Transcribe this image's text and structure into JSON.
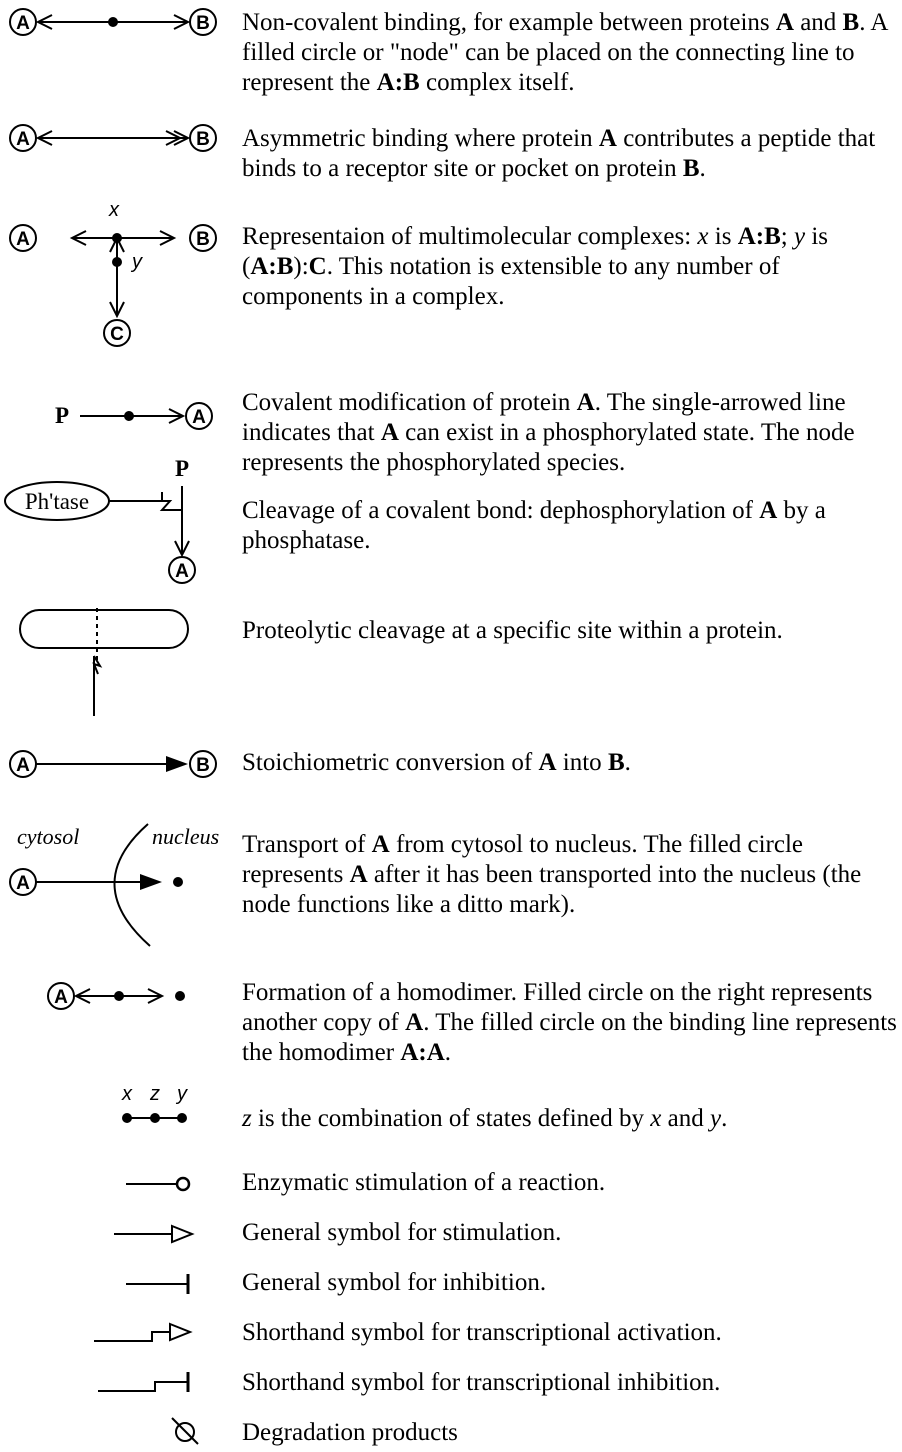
{
  "labels": {
    "A": "A",
    "B": "B",
    "C": "C",
    "P": "P",
    "x": "x",
    "y": "y",
    "z": "z",
    "phtase": "Ph'tase",
    "cytosol": "cytosol",
    "nucleus": "nucleus"
  },
  "entries": [
    {
      "id": "noncovalent",
      "parts": [
        {
          "t": "Non-covalent binding, for example between proteins "
        },
        {
          "t": "A",
          "b": true
        },
        {
          "t": " and "
        },
        {
          "t": "B",
          "b": true
        },
        {
          "t": ".  A filled circle or \"node\" can be placed on the connecting line to represent the "
        },
        {
          "t": "A:B",
          "b": true
        },
        {
          "t": " complex itself."
        }
      ]
    },
    {
      "id": "asymmetric",
      "parts": [
        {
          "t": "Asymmetric binding where protein "
        },
        {
          "t": "A",
          "b": true
        },
        {
          "t": " contributes a peptide that binds to a receptor site or pocket on protein "
        },
        {
          "t": "B",
          "b": true
        },
        {
          "t": "."
        }
      ]
    },
    {
      "id": "multimolecular",
      "parts": [
        {
          "t": "Representaion of multimolecular complexes: "
        },
        {
          "t": "x",
          "i": true
        },
        {
          "t": "  is "
        },
        {
          "t": "A:B",
          "b": true
        },
        {
          "t": ";  "
        },
        {
          "t": "y",
          "i": true
        },
        {
          "t": " is ("
        },
        {
          "t": "A:B",
          "b": true
        },
        {
          "t": "):"
        },
        {
          "t": "C",
          "b": true
        },
        {
          "t": ".  This notation is extensible to any number of components in a complex."
        }
      ]
    },
    {
      "id": "covalent",
      "parts": [
        {
          "t": "Covalent modification of protein "
        },
        {
          "t": "A",
          "b": true
        },
        {
          "t": ".  The single-arrowed line indicates that "
        },
        {
          "t": "A",
          "b": true
        },
        {
          "t": " can exist in a phosphorylated state. The node represents the phosphorylated species."
        }
      ]
    },
    {
      "id": "cleavage-covalent",
      "parts": [
        {
          "t": "Cleavage of a covalent bond: dephosphorylation of "
        },
        {
          "t": "A",
          "b": true
        },
        {
          "t": " by a phosphatase."
        }
      ]
    },
    {
      "id": "proteolytic",
      "parts": [
        {
          "t": "Proteolytic cleavage at a specific site within a protein."
        }
      ]
    },
    {
      "id": "stoichiometric",
      "parts": [
        {
          "t": "Stoichiometric conversion of "
        },
        {
          "t": "A",
          "b": true
        },
        {
          "t": " into "
        },
        {
          "t": "B",
          "b": true
        },
        {
          "t": "."
        }
      ]
    },
    {
      "id": "transport",
      "parts": [
        {
          "t": "Transport of "
        },
        {
          "t": "A",
          "b": true
        },
        {
          "t": " from cytosol to nucleus.  The filled circle represents "
        },
        {
          "t": "A",
          "b": true
        },
        {
          "t": " after it has been transported into the nucleus (the node functions like a ditto mark)."
        }
      ]
    },
    {
      "id": "homodimer",
      "parts": [
        {
          "t": "Formation of a homodimer.  Filled circle on the right represents another copy of "
        },
        {
          "t": "A",
          "b": true
        },
        {
          "t": ".  The filled circle on the binding line represents the homodimer "
        },
        {
          "t": "A:A",
          "b": true
        },
        {
          "t": "."
        }
      ]
    },
    {
      "id": "combination",
      "parts": [
        {
          "t": "z",
          "i": true
        },
        {
          "t": "  is the combination of states defined by "
        },
        {
          "t": "x",
          "i": true
        },
        {
          "t": "  and "
        },
        {
          "t": "y",
          "i": true
        },
        {
          "t": "."
        }
      ]
    },
    {
      "id": "enzymatic",
      "parts": [
        {
          "t": "Enzymatic stimulation of a reaction."
        }
      ]
    },
    {
      "id": "stimulation",
      "parts": [
        {
          "t": "General symbol for stimulation."
        }
      ]
    },
    {
      "id": "inhibition",
      "parts": [
        {
          "t": "General symbol for inhibition."
        }
      ]
    },
    {
      "id": "transcriptional-activation",
      "parts": [
        {
          "t": "Shorthand symbol for transcriptional activation."
        }
      ]
    },
    {
      "id": "transcriptional-inhibition",
      "parts": [
        {
          "t": "Shorthand symbol for transcriptional inhibition."
        }
      ]
    },
    {
      "id": "degradation",
      "parts": [
        {
          "t": "Degradation products"
        }
      ]
    }
  ]
}
